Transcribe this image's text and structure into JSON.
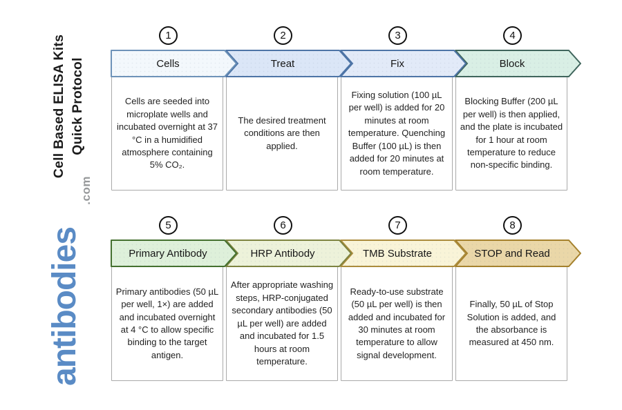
{
  "sidebar": {
    "title_line1": "Cell Based ELISA Kits",
    "title_line2": "Quick Protocol",
    "logo_text": "antibodies",
    "logo_suffix": ".com",
    "logo_color": "#5a8bc5",
    "title_color": "#1b1b1b"
  },
  "steps": [
    {
      "number": "1",
      "label": "Cells",
      "fill": "#f3f8fc",
      "border": "#6d92b8",
      "description": "Cells are seeded into microplate wells and incubated overnight at 37 °C in a humidified atmosphere containing 5% CO₂."
    },
    {
      "number": "2",
      "label": "Treat",
      "fill": "#dbe6f7",
      "border": "#4d74a6",
      "description": "The desired treatment conditions are then applied."
    },
    {
      "number": "3",
      "label": "Fix",
      "fill": "#e2eaf8",
      "border": "#4d74a6",
      "description": "Fixing solution (100 µL per well) is added for 20 minutes at room temperature. Quenching Buffer (100 µL) is then added for 20 minutes at room temperature."
    },
    {
      "number": "4",
      "label": "Block",
      "fill": "#d9efe5",
      "border": "#3f655c",
      "description": "Blocking Buffer (200 µL per well) is then applied, and the plate is incubated for 1 hour at room temperature to reduce non-specific binding."
    },
    {
      "number": "5",
      "label": "Primary Antibody",
      "fill": "#def0da",
      "border": "#44702f",
      "description": "Primary antibodies (50 µL per well, 1×) are added and incubated overnight at 4 °C to allow specific binding to the target antigen."
    },
    {
      "number": "6",
      "label": "HRP Antibody",
      "fill": "#edf2da",
      "border": "#7d8340",
      "description": "After appropriate washing steps, HRP-conjugated secondary antibodies (50 µL per well) are added and incubated for 1.5 hours at room temperature."
    },
    {
      "number": "7",
      "label": "TMB Substrate",
      "fill": "#f9f4d8",
      "border": "#ab8c3c",
      "description": "Ready-to-use substrate (50 µL per well) is then added and incubated for 30 minutes at room temperature to allow signal development."
    },
    {
      "number": "8",
      "label": "STOP and Read",
      "fill": "#ead7a8",
      "border": "#a5812c",
      "description": "Finally, 50 µL of Stop Solution is added, and the absorbance is measured at 450 nm."
    }
  ]
}
